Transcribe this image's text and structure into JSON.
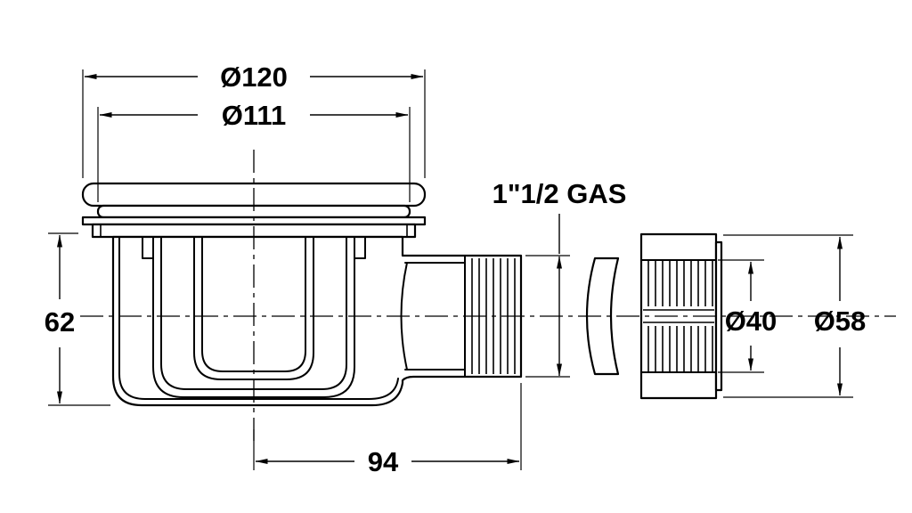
{
  "drawing": {
    "labels": {
      "top_outer_diameter": "Ø120",
      "top_inner_diameter": "Ø111",
      "body_height": "62",
      "outlet_length": "94",
      "thread_spec": "1\"1/2 GAS",
      "nut_bore_diameter": "Ø40",
      "nut_outer_diameter": "Ø58"
    },
    "colors": {
      "line": "#000000",
      "background": "#ffffff"
    }
  }
}
